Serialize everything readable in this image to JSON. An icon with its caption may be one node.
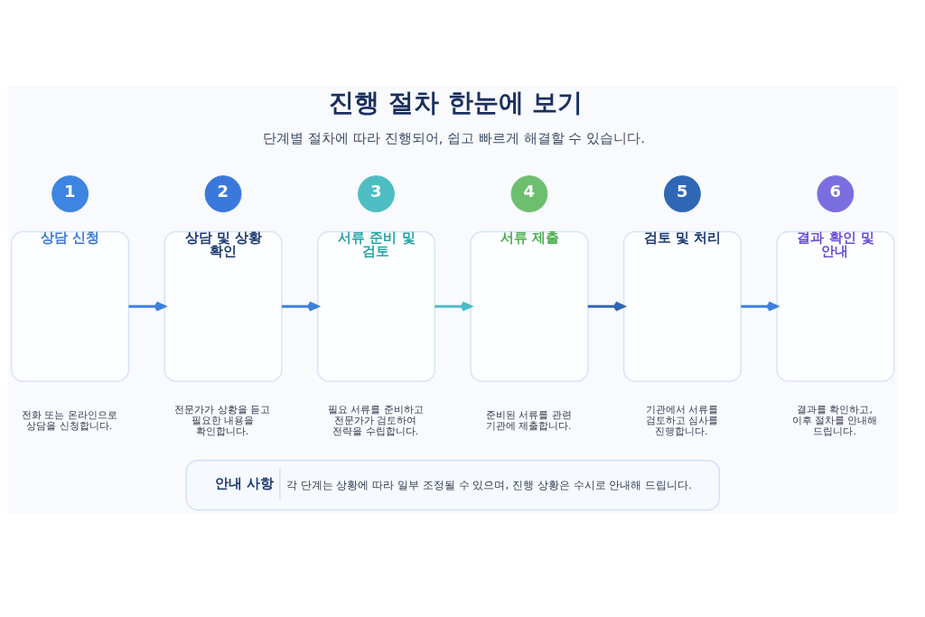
{
  "diagram": {
    "title": "진행 절차 한눈에 보기",
    "nodes": [
      {
        "text": [
          "1"
        ]
      },
      {
        "text": [
          "상담 신청"
        ],
        "beside": [
          "전화 또는 온라인으로 상담을 신청합니다."
        ]
      },
      {
        "text": [
          "2"
        ]
      },
      {
        "text": [
          "상담 및 상황 확인"
        ],
        "beside": [
          "전문가가 상황을 듣고 필요한 내용을 확인합니다."
        ]
      },
      {
        "text": [
          "3"
        ]
      },
      {
        "text": [
          "서류 준비 및 검토"
        ],
        "beside": [
          "필요 서류를 준비하고 전문가가 검토하여 전략을 수립합니다."
        ]
      },
      {
        "text": [
          "4"
        ]
      },
      {
        "text": [
          "서류 제출"
        ],
        "beside": [
          "준비된 서류를 관련 기관에 제출합니다."
        ]
      },
      {
        "text": [
          "5"
        ]
      },
      {
        "text": [
          "검토 및 처리"
        ],
        "beside": [
          "기관에서 서류를 검토하고 심사를 진행합니다."
        ]
      },
      {
        "text": [
          "6"
        ]
      },
      {
        "text": [
          "결과 확인 및 안내"
        ],
        "beside": [
          "결과를 확인하고, 이후 절차를 안내해 드립니다."
        ]
      },
      {
        "text": [
          "안내 사항",
          "각 단계는 상황에 따라 일부 조정될 수 있으며, 진행 상황은 수시로 안내해 드립니다."
        ]
      }
    ],
    "edges": [
      {
        "from": 1,
        "to": 3,
        "arrow": "to"
      },
      {
        "from": 3,
        "to": 5,
        "arrow": "to"
      },
      {
        "from": 5,
        "to": 7,
        "arrow": "to",
        "color": "#4dbcc6"
      },
      {
        "from": 7,
        "to": 9,
        "arrow": "to",
        "color": "#2f66b3"
      },
      {
        "from": 9,
        "to": 11,
        "arrow": "to"
      }
    ],
    "labels": [
      "단계별 절차에 따라 진행되어, 쉽고 빠르게 해결할 수 있습니다."
    ]
  }
}
